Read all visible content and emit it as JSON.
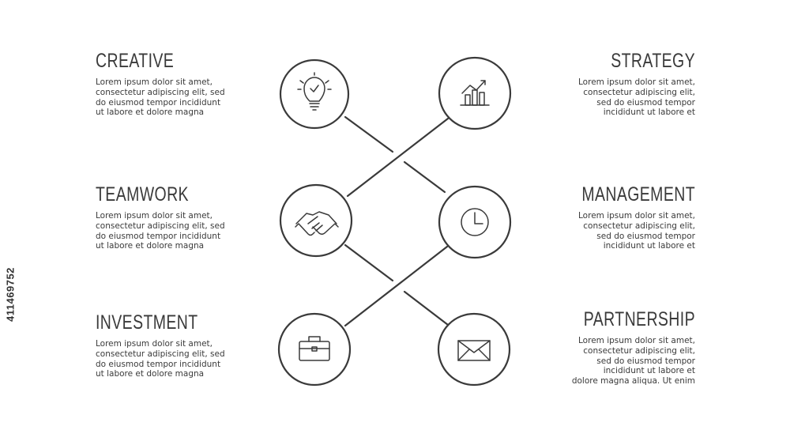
{
  "image_id_label": "411469752",
  "items": [
    {
      "title": "CREATIVE",
      "icon": "lightbulb-icon",
      "body": [
        "Lorem ipsum dolor sit amet,",
        "consectetur adipiscing elit, sed",
        "do eiusmod tempor incididunt",
        "ut labore et dolore magna"
      ]
    },
    {
      "title": "STRATEGY",
      "icon": "bar-chart-icon",
      "body": [
        "Lorem ipsum dolor sit amet,",
        "consectetur adipiscing elit,",
        "sed do eiusmod tempor",
        "incididunt ut labore et"
      ]
    },
    {
      "title": "TEAMWORK",
      "icon": "handshake-icon",
      "body": [
        "Lorem ipsum dolor sit amet,",
        "consectetur adipiscing elit, sed",
        "do eiusmod tempor incididunt",
        "ut labore et dolore magna"
      ]
    },
    {
      "title": "MANAGEMENT",
      "icon": "clock-icon",
      "body": [
        "Lorem ipsum dolor sit amet,",
        "consectetur adipiscing elit,",
        "sed do eiusmod tempor",
        "incididunt ut labore et"
      ]
    },
    {
      "title": "INVESTMENT",
      "icon": "briefcase-icon",
      "body": [
        "Lorem ipsum dolor sit amet,",
        "consectetur adipiscing elit, sed",
        "do eiusmod tempor incididunt",
        "ut labore et dolore magna"
      ]
    },
    {
      "title": "PARTNERSHIP",
      "icon": "envelope-icon",
      "body": [
        "Lorem ipsum dolor sit amet,",
        "consectetur adipiscing elit,",
        "sed do eiusmod tempor",
        "incididunt ut labore et",
        "dolore magna aliqua. Ut enim"
      ]
    }
  ],
  "colors": {
    "stroke": "#3a3a3a",
    "background": "#ffffff"
  }
}
